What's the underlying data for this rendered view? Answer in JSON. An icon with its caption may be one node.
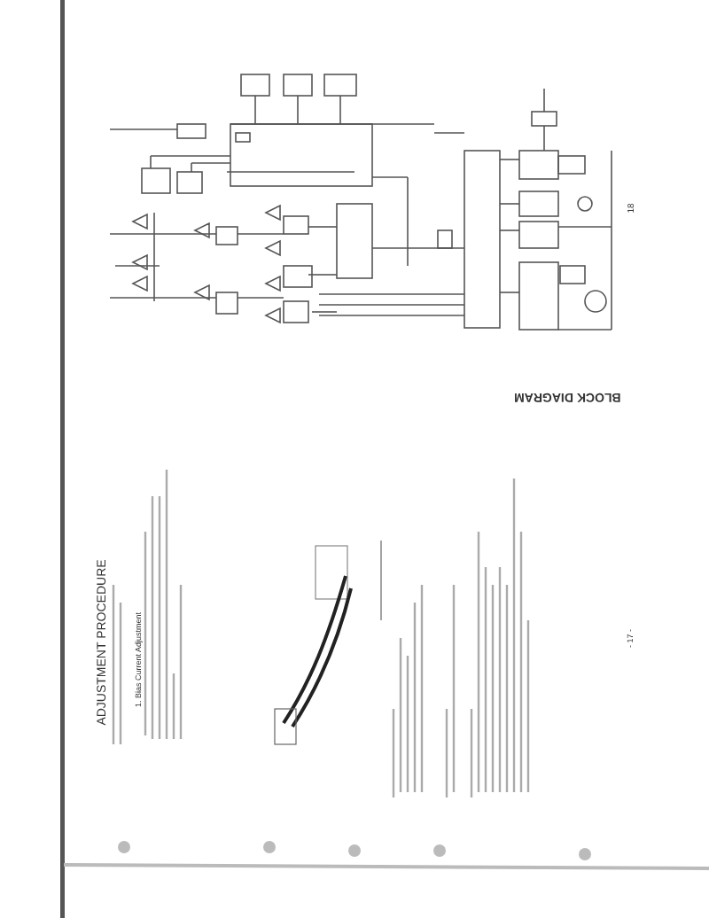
{
  "diagram": {
    "title": "BLOCK DIAGRAM",
    "labels": [
      "ADJUSTMENT PROCEDURE",
      "1. Bias Current Adjustment",
      "- 17 -",
      "18"
    ]
  }
}
